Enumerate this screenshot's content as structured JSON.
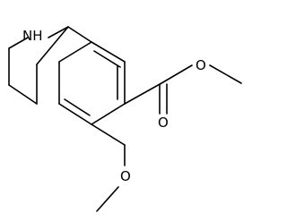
{
  "molecule": {
    "atoms": {
      "nh": "NH",
      "carbonyl_o": "O",
      "ester_o": "O",
      "ether_o": "O"
    },
    "colors": {
      "bond": "#000000",
      "label": "#000000",
      "background": "#ffffff"
    }
  }
}
